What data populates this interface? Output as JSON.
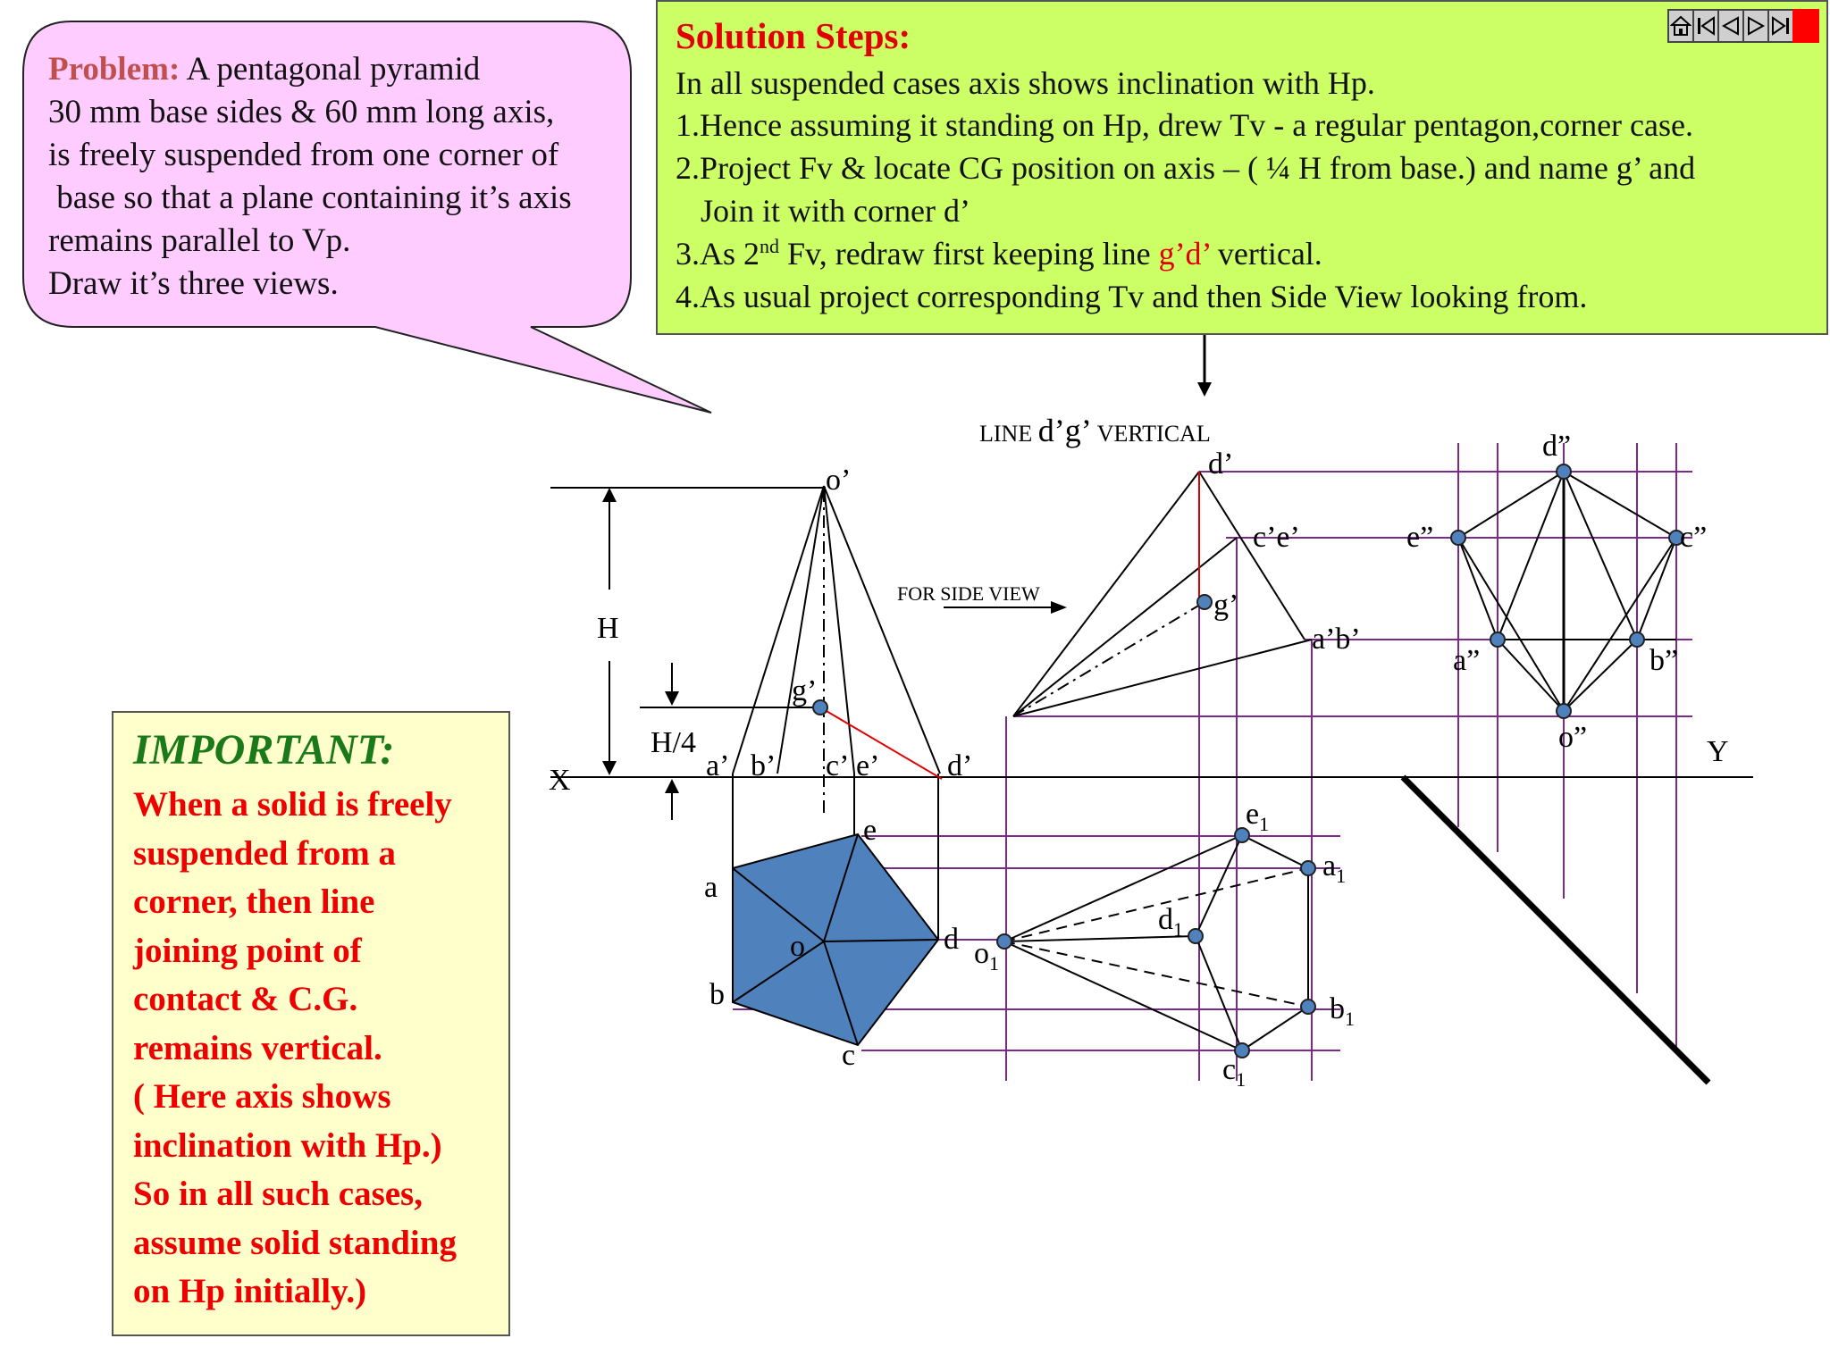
{
  "problem": {
    "lead": "Problem:",
    "lines": [
      "A pentagonal pyramid",
      "30 mm base sides & 60 mm long axis,",
      "is freely suspended from one corner of",
      " base so that a plane containing it’s axis",
      "remains parallel to Vp.",
      "Draw it’s three views."
    ]
  },
  "solution": {
    "title": "Solution Steps:",
    "line1": "In all suspended cases axis shows inclination with Hp.",
    "line2": "1.Hence assuming it standing on Hp, drew Tv - a regular pentagon,corner case.",
    "line3": "2.Project Fv & locate CG position on axis – ( ¼ H from base.) and name g’ and",
    "line4": "Join it with corner d’",
    "line5_a": "3.As 2",
    "line5_sup": "nd",
    "line5_b": " Fv, redraw first keeping line ",
    "line5_red": "g’d’",
    "line5_c": " vertical.",
    "line6": "4.As usual project corresponding Tv and then Side View looking from."
  },
  "nav": {
    "icons": [
      "home-icon",
      "first-slide-icon",
      "previous-slide-icon",
      "next-slide-icon",
      "last-slide-icon",
      "end-show-icon"
    ]
  },
  "important": {
    "title": "IMPORTANT:",
    "body": "When a solid is freely\nsuspended from a\ncorner, then line\njoining point of\ncontact & C.G.\nremains vertical.\n( Here axis shows\ninclination with Hp.)\nSo in all such cases,\nassume solid standing\non Hp initially.)"
  },
  "labels": {
    "H": "H",
    "H4": "H/4",
    "X": "X",
    "Y": "Y",
    "for_side_view": "FOR SIDE VIEW",
    "line_vertical_a": "LINE ",
    "line_vertical_b": "d’g’",
    "line_vertical_c": " VERTICAL",
    "fv1": {
      "o": "o’",
      "g": "g’",
      "a": "a’",
      "b": "b’",
      "c": "c’",
      "e": "e’",
      "d": "d’"
    },
    "tv1": {
      "a": "a",
      "b": "b",
      "c": "c",
      "d": "d",
      "e": "e",
      "o": "o"
    },
    "fv2": {
      "d": "d’",
      "ce": "c’e’",
      "g": "g’",
      "ab": "a’b’"
    },
    "tv2": {
      "e": "e",
      "a": "a",
      "d": "d",
      "o": "o",
      "b": "b",
      "c": "c",
      "sub": "1"
    },
    "sv": {
      "d": "d”",
      "e": "e”",
      "c": "c”",
      "a": "a”",
      "b": "b”",
      "o": "o”"
    }
  },
  "colors": {
    "pentagon_fill": "#4f81bd",
    "point_fill": "#4f81bd",
    "projector": "#7b2a8c",
    "red_line": "#e00000",
    "problem_bubble": "#ffccff",
    "solution_bg": "#ccff66",
    "important_bg": "#ffffcc"
  }
}
